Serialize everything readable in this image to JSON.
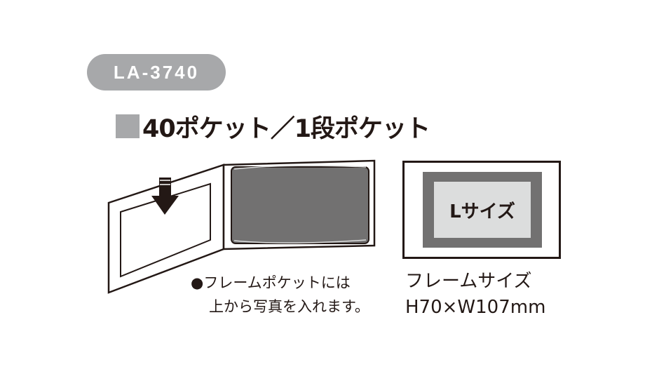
{
  "model_badge": "LA-3740",
  "heading": "40ポケット／1段ポケット",
  "frame_photo_label": "Lサイズ",
  "note": {
    "bullet": "●",
    "line1": "フレームポケットには",
    "line2": "上から写真を入れます。"
  },
  "frame_size": {
    "label": "フレームサイズ",
    "value": "H70×W107mm"
  },
  "colors": {
    "badge_bg": "#a7a8aa",
    "ink": "#231815",
    "pocket_stack": "#727171",
    "photo": "#dcdddd"
  }
}
